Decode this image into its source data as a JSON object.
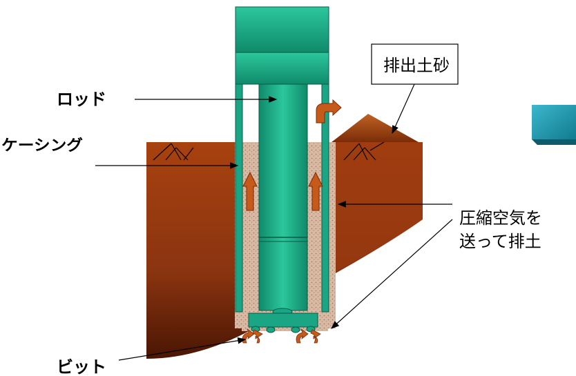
{
  "diagram": {
    "labels": {
      "rod": "ロッド",
      "casing": "ケーシング",
      "bit": "ビット",
      "discharged_soil": "排出土砂",
      "compressed_air_line1": "圧縮空気を",
      "compressed_air_line2": "送って排土"
    },
    "colors": {
      "soil": "#9a3c10",
      "soil_dark": "#5e1f06",
      "steel": "#1aa584",
      "steel_dark": "#0d6e56",
      "steel_light": "#3fcfa7",
      "cuttings": "#d7b39a",
      "arrow": "#c55a1a",
      "side_block": "#1f9bb0"
    },
    "icons": [
      "up-arrow-icon",
      "curved-arrow-icon"
    ]
  }
}
